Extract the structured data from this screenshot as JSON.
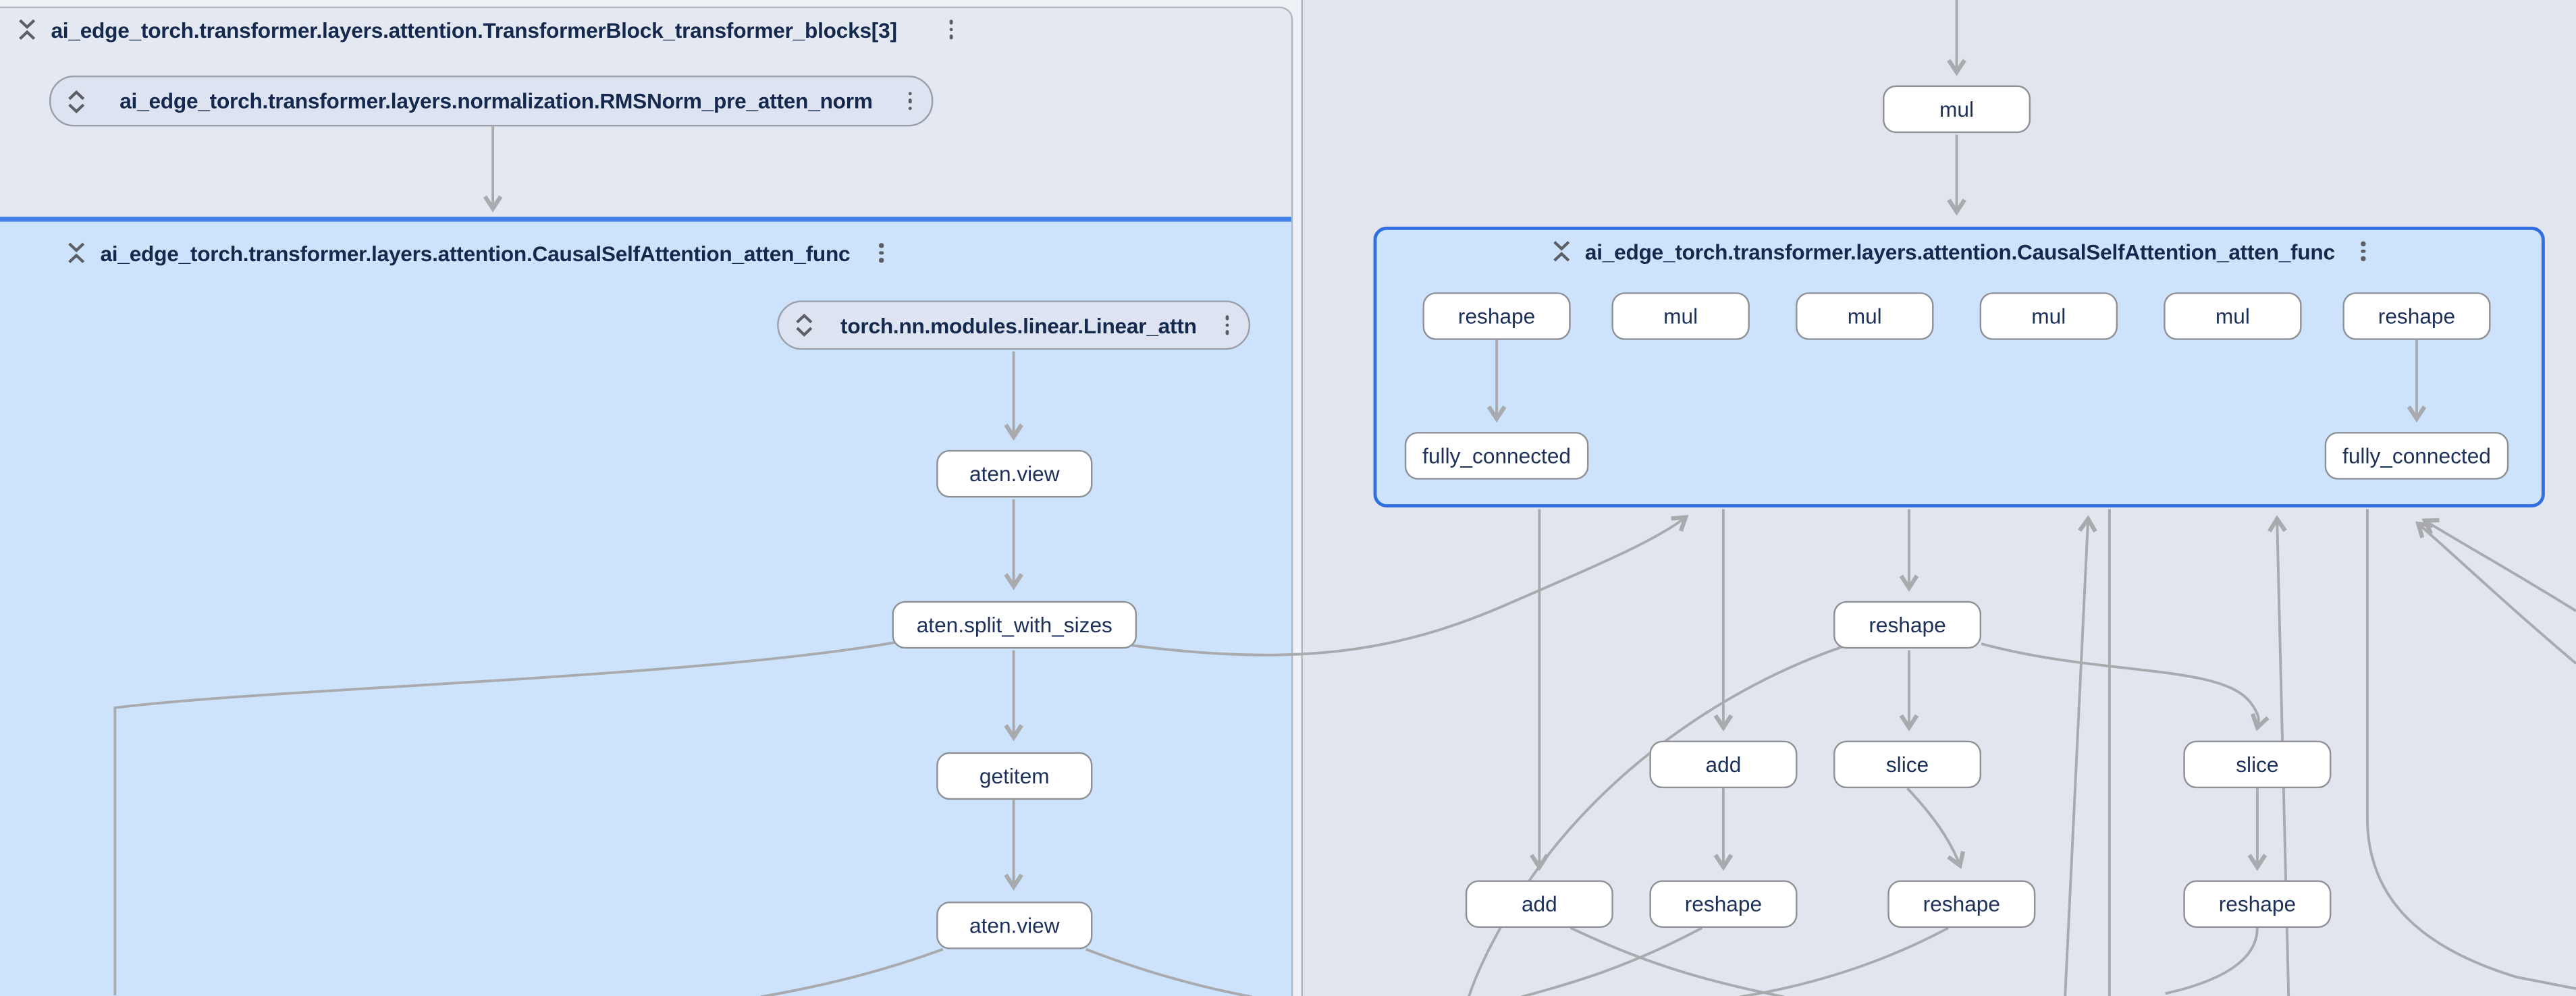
{
  "colors": {
    "selected_group_border": "#2f6fe0",
    "group_top_accent": "#4180e8",
    "group_fill": "#cde3fb",
    "panel_fill_left": "#e4e8f1",
    "panel_fill_right": "#e2e5ee",
    "canvas_bg": "#eef1f6",
    "node_fill": "#ffffff",
    "node_border": "#8e9196",
    "module_fill": "#dde3f0",
    "edge": "#a8aaae",
    "title_text": "#15294e",
    "node_text": "#1d3059"
  },
  "icons": {
    "collapse": "unfold-less",
    "expand": "unfold-more",
    "menu": "more-vert"
  },
  "transformer_block": {
    "title": "ai_edge_torch.transformer.layers.attention.TransformerBlock_transformer_blocks[3]"
  },
  "modules": {
    "pre_atten_norm": {
      "label": "ai_edge_torch.transformer.layers.normalization.RMSNorm_pre_atten_norm"
    },
    "linear_attn": {
      "label": "torch.nn.modules.linear.Linear_attn"
    }
  },
  "attention_group_left": {
    "title": "ai_edge_torch.transformer.layers.attention.CausalSelfAttention_atten_func"
  },
  "attention_group_right": {
    "title": "ai_edge_torch.transformer.layers.attention.CausalSelfAttention_atten_func",
    "selected": true
  },
  "ops": {
    "view": "aten.view",
    "split_with_sizes": "aten.split_with_sizes",
    "getitem": "getitem",
    "mul": "mul",
    "reshape": "reshape",
    "add": "add",
    "slice": "slice",
    "fully_connected": "fully_connected"
  }
}
